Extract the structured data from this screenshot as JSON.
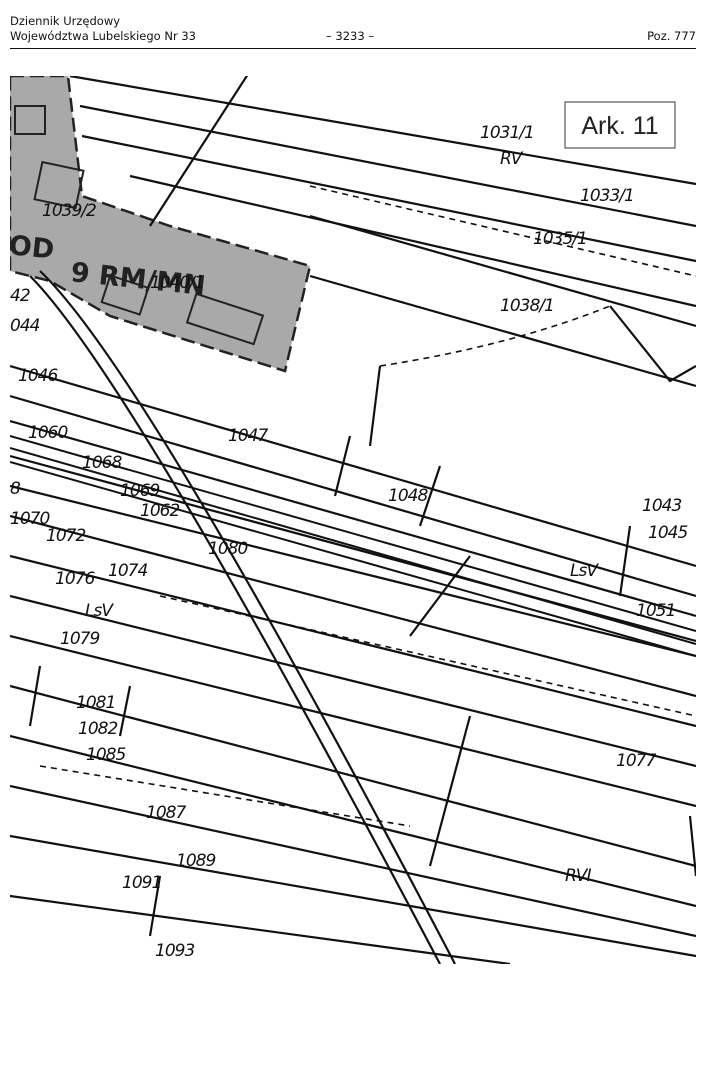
{
  "header": {
    "journal_line1": "Dziennik Urzędowy",
    "journal_line2": "Województwa Lubelskiego Nr 33",
    "page_number": "– 3233 –",
    "position": "Poz. 777"
  },
  "map": {
    "sheet_label": "Ark. 11",
    "zone_label": "9 RM/MN",
    "zone_fragment": "OD",
    "zone_fill_color": "#a9a9a9",
    "plots": [
      {
        "id": "p1031",
        "label": "1031/1"
      },
      {
        "id": "p1033",
        "label": "1033/1"
      },
      {
        "id": "p1035",
        "label": "1035/1"
      },
      {
        "id": "p1038",
        "label": "1038/1"
      },
      {
        "id": "p1039",
        "label": "1039/2"
      },
      {
        "id": "p1040",
        "label": "1040/1"
      },
      {
        "id": "p1042",
        "label": "42"
      },
      {
        "id": "p1044",
        "label": "044"
      },
      {
        "id": "p1046",
        "label": "1046"
      },
      {
        "id": "p1047",
        "label": "1047"
      },
      {
        "id": "p1048",
        "label": "1048"
      },
      {
        "id": "p1043",
        "label": "1043"
      },
      {
        "id": "p1045",
        "label": "1045"
      },
      {
        "id": "p1060",
        "label": "1060"
      },
      {
        "id": "p1062",
        "label": "1062"
      },
      {
        "id": "p1068",
        "label": "1068"
      },
      {
        "id": "p1069",
        "label": "1069"
      },
      {
        "id": "p1070",
        "label": "1070"
      },
      {
        "id": "p1072",
        "label": "1072"
      },
      {
        "id": "p1074",
        "label": "1074"
      },
      {
        "id": "p1076",
        "label": "1076"
      },
      {
        "id": "p1079",
        "label": "1079"
      },
      {
        "id": "p1080",
        "label": "1080"
      },
      {
        "id": "p1081",
        "label": "1081"
      },
      {
        "id": "p1082",
        "label": "1082"
      },
      {
        "id": "p1085",
        "label": "1085"
      },
      {
        "id": "p1087",
        "label": "1087"
      },
      {
        "id": "p1089",
        "label": "1089"
      },
      {
        "id": "p1091",
        "label": "1091"
      },
      {
        "id": "p1093",
        "label": "1093"
      },
      {
        "id": "p1051",
        "label": "1051"
      },
      {
        "id": "p1077",
        "label": "1077"
      },
      {
        "id": "p8",
        "label": "8"
      }
    ],
    "land_classes": [
      {
        "id": "c1",
        "label": "RV"
      },
      {
        "id": "c2",
        "label": "LsV"
      },
      {
        "id": "c3",
        "label": "LsV"
      },
      {
        "id": "c4",
        "label": "RVI"
      }
    ]
  }
}
